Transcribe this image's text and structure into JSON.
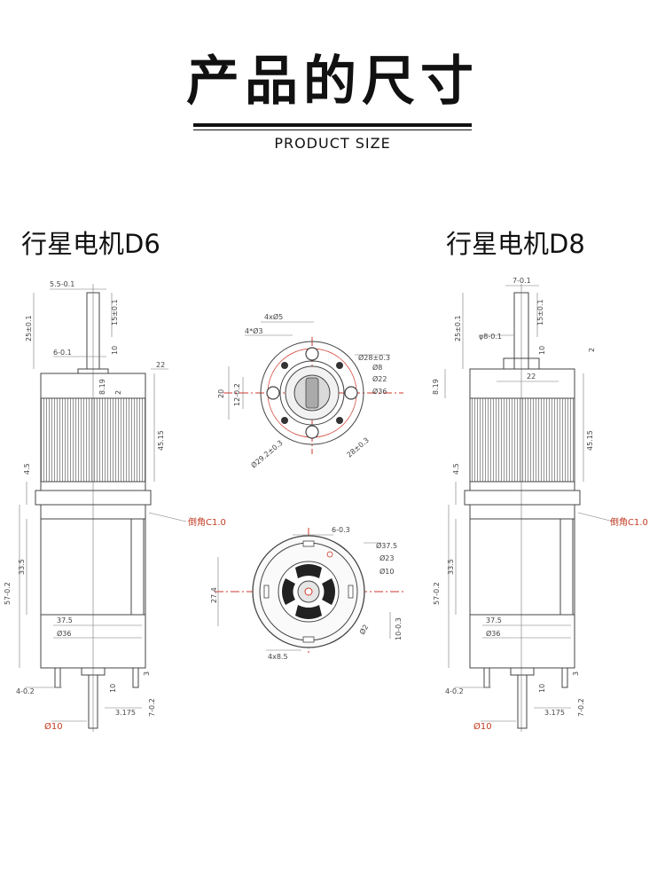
{
  "header": {
    "title": "产品的尺寸",
    "subtitle": "PRODUCT SIZE"
  },
  "models": {
    "left": "行星电机D6",
    "right": "行星电机D8"
  },
  "left_view": {
    "shaft_width": "5.5-0.1",
    "shaft_length": "25±0.1",
    "flat_length": "15±0.1",
    "boss_dim": "6-0.1",
    "boss_len": "10",
    "gear_dia": "22",
    "flange_h": "8.19",
    "flange_gap": "2",
    "gear_len": "45.15",
    "mid_gap": "4.5",
    "chamfer": "倒角C1.0",
    "motor_len": "33.5",
    "total_len": "57-0.2",
    "motor_dia": "37.5",
    "can_dia": "Ø36",
    "terminal": "4-0.2",
    "rear_shaft_len": "10",
    "rear_shaft_small": "3",
    "rear_shaft_dia_dim": "3.175",
    "rear_len": "7-0.2",
    "boss_dia": "Ø10"
  },
  "right_view": {
    "shaft_width": "7-0.1",
    "shaft_length": "25±0.1",
    "flat_length": "15±0.1",
    "shaft_dia": "φ8-0.1",
    "boss_len": "10",
    "boss_small": "2",
    "gear_dia": "22",
    "flange_h": "8.19",
    "gear_len": "45.15",
    "mid_gap": "4.5",
    "chamfer": "倒角C1.0",
    "motor_len": "33.5",
    "total_len": "57-0.2",
    "motor_dia": "37.5",
    "can_dia": "Ø36",
    "terminal": "4-0.2",
    "rear_shaft_len": "10",
    "rear_shaft_small": "3",
    "rear_shaft_dia_dim": "3.175",
    "rear_len": "7-0.2",
    "boss_dia": "Ø10"
  },
  "top_view": {
    "holes": "4xØ5",
    "screws": "4*Ø3",
    "pcd": "Ø28±0.3",
    "bore": "Ø8",
    "boss": "Ø22",
    "outer": "Ø36",
    "height": "20",
    "inner_height": "12-0.2",
    "pcd2": "Ø29.2±0.3",
    "spacing": "28±0.3"
  },
  "bottom_view": {
    "key": "6-0.3",
    "outer": "Ø37.5",
    "middle": "Ø23",
    "center": "Ø10",
    "height": "27.4",
    "offset": "10-0.3",
    "pin": "Ø2",
    "slots": "4x8.5"
  }
}
